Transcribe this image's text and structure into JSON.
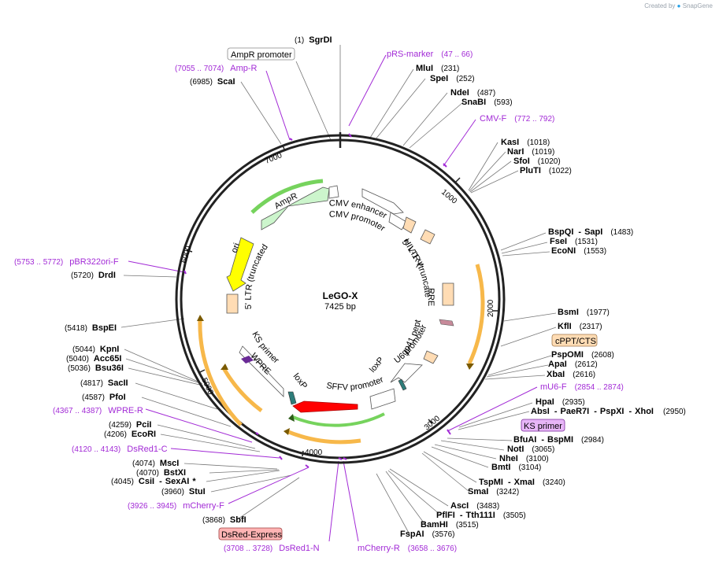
{
  "watermark": {
    "prefix": "Created by",
    "brand": "SnapGene"
  },
  "center": {
    "name": "LeGO-X",
    "length": "7425 bp"
  },
  "ticks": [
    "1000",
    "2000",
    "3000",
    "4000",
    "5000",
    "6000",
    "7000"
  ],
  "sites": [
    {
      "name": "SgrDI",
      "pos": "(1)"
    },
    {
      "name": "MluI",
      "pos": "(231)"
    },
    {
      "name": "SpeI",
      "pos": "(252)"
    },
    {
      "name": "NdeI",
      "pos": "(487)"
    },
    {
      "name": "SnaBI",
      "pos": "(593)"
    },
    {
      "name": "KasI",
      "pos": "(1018)"
    },
    {
      "name": "NarI",
      "pos": "(1019)"
    },
    {
      "name": "SfoI",
      "pos": "(1020)"
    },
    {
      "name": "PluTI",
      "pos": "(1022)"
    },
    {
      "name": "BspQI",
      "sep": "-",
      "name2": "SapI",
      "pos": "(1483)"
    },
    {
      "name": "FseI",
      "pos": "(1531)"
    },
    {
      "name": "EcoNI",
      "pos": "(1553)"
    },
    {
      "name": "BsmI",
      "pos": "(1977)"
    },
    {
      "name": "KflI",
      "pos": "(2317)"
    },
    {
      "name": "PspOMI",
      "pos": "(2608)"
    },
    {
      "name": "ApaI",
      "pos": "(2612)"
    },
    {
      "name": "XbaI",
      "pos": "(2616)"
    },
    {
      "name": "HpaI",
      "pos": "(2935)"
    },
    {
      "name": "AbsI",
      "sep": "-",
      "name2": "PaeR7I",
      "sep2": "-",
      "name3": "PspXI",
      "sep3": "-",
      "name4": "XhoI",
      "pos": "(2950)"
    },
    {
      "name": "BfuAI",
      "sep": "-",
      "name2": "BspMI",
      "pos": "(2984)"
    },
    {
      "name": "NotI",
      "pos": "(3065)"
    },
    {
      "name": "NheI",
      "pos": "(3100)"
    },
    {
      "name": "BmtI",
      "pos": "(3104)"
    },
    {
      "name": "TspMI",
      "sep": "-",
      "name2": "XmaI",
      "pos": "(3240)"
    },
    {
      "name": "SmaI",
      "pos": "(3242)"
    },
    {
      "name": "AscI",
      "pos": "(3483)"
    },
    {
      "name": "PflFI",
      "sep": "-",
      "name2": "Tth111I",
      "pos": "(3505)"
    },
    {
      "name": "BamHI",
      "pos": "(3515)"
    },
    {
      "name": "FspAI",
      "pos": "(3576)"
    },
    {
      "name": "SbfI",
      "pos": "(3868)"
    },
    {
      "name": "StuI",
      "pos": "(3960)"
    },
    {
      "name": "CsiI",
      "sep": "-",
      "name2": "SexAI",
      "star": "*",
      "pos": "(4045)"
    },
    {
      "name": "BstXI",
      "pos": "(4070)"
    },
    {
      "name": "MscI",
      "pos": "(4074)"
    },
    {
      "name": "EcoRI",
      "pos": "(4206)"
    },
    {
      "name": "PciI",
      "pos": "(4259)"
    },
    {
      "name": "PfoI",
      "pos": "(4587)"
    },
    {
      "name": "SacII",
      "pos": "(4817)"
    },
    {
      "name": "Bsu36I",
      "pos": "(5036)"
    },
    {
      "name": "Acc65I",
      "pos": "(5040)"
    },
    {
      "name": "KpnI",
      "pos": "(5044)"
    },
    {
      "name": "BspEI",
      "pos": "(5418)"
    },
    {
      "name": "DrdI",
      "pos": "(5720)"
    },
    {
      "name": "ScaI",
      "pos": "(6985)"
    }
  ],
  "primers": [
    {
      "name": "pRS-marker",
      "pos": "(47 .. 66)"
    },
    {
      "name": "CMV-F",
      "pos": "(772 .. 792)"
    },
    {
      "name": "mU6-F",
      "pos": "(2854 .. 2874)"
    },
    {
      "name": "mCherry-R",
      "pos": "(3658 .. 3676)"
    },
    {
      "name": "DsRed1-N",
      "pos": "(3708 .. 3728)"
    },
    {
      "name": "mCherry-F",
      "pos": "(3926 .. 3945)"
    },
    {
      "name": "DsRed1-C",
      "pos": "(4120 .. 4143)"
    },
    {
      "name": "WPRE-R",
      "pos": "(4367 .. 4387)"
    },
    {
      "name": "pBR322ori-F",
      "pos": "(5753 .. 5772)"
    },
    {
      "name": "Amp-R",
      "pos": "(7055 .. 7074)"
    }
  ],
  "boxed_labels": {
    "ampr_promoter": "AmpR promoter",
    "cppt_cts": "cPPT/CTS",
    "ks_primer": "KS primer",
    "dsred_express": "DsRed-Express"
  },
  "features": {
    "cmv_enhancer": "CMV enhancer",
    "cmv_promoter": "CMV promoter",
    "hiv_psi": "HIV-1 Ψ",
    "ltr5_trunc_right": "5' LTR (truncated)",
    "rre": "RRE",
    "gp41": "gp41 peptide",
    "u6_promoter": "U6 promoter",
    "loxp_right": "loxP",
    "sffv_promoter": "SFFV promoter",
    "loxp_left": "loxP",
    "wpre": "WPRE",
    "ks_primer_inner": "KS primer",
    "ltr5_trunc_left": "5' LTR (truncated)",
    "ori": "ori",
    "ampr": "AmpR"
  },
  "colors": {
    "primer": "#a22ad6",
    "backbone": "#222222",
    "ampr_fill": "#ccf5cc",
    "ori_fill": "#ffff00",
    "ltr_fill": "#ffdcb4",
    "sffv_fill": "#ff0000",
    "orf_highlight": "#f7b84a",
    "green_highlight": "#76d35d",
    "dsred_box": "#ffb4b4",
    "ks_box": "#e7b6f7",
    "watermark": "#24a0e7"
  }
}
